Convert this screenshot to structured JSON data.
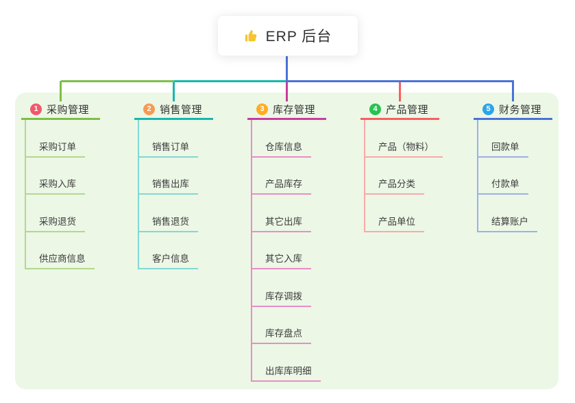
{
  "root": {
    "title": "ERP 后台",
    "icon": "thumbs-up-icon",
    "icon_color": "#f6c52e",
    "line_color": "#4a72d8"
  },
  "panel": {
    "background": "#ecf7e6"
  },
  "branches": [
    {
      "num": "1",
      "title": "采购管理",
      "badge_color": "#f2586b",
      "line_color": "#7cbf46",
      "light_line_color": "#b2d98c",
      "children": [
        "采购订单",
        "采购入库",
        "采购退货",
        "供应商信息"
      ]
    },
    {
      "num": "2",
      "title": "销售管理",
      "badge_color": "#f89a51",
      "line_color": "#16b7ae",
      "light_line_color": "#82d8d2",
      "children": [
        "销售订单",
        "销售出库",
        "销售退货",
        "客户信息"
      ]
    },
    {
      "num": "3",
      "title": "库存管理",
      "badge_color": "#ffad22",
      "line_color": "#c93c9d",
      "light_line_color": "#e98cc6",
      "children": [
        "仓库信息",
        "产品库存",
        "其它出库",
        "其它入库",
        "库存调拨",
        "库存盘点",
        "出库库明细"
      ]
    },
    {
      "num": "4",
      "title": "产品管理",
      "badge_color": "#28c250",
      "line_color": "#f75f5f",
      "light_line_color": "#fba8a8",
      "children": [
        "产品（物料）",
        "产品分类",
        "产品单位"
      ]
    },
    {
      "num": "5",
      "title": "财务管理",
      "badge_color": "#2ba5ea",
      "line_color": "#4a72d8",
      "light_line_color": "#9cb0e8",
      "children": [
        "回款单",
        "付款单",
        "结算账户"
      ]
    }
  ]
}
